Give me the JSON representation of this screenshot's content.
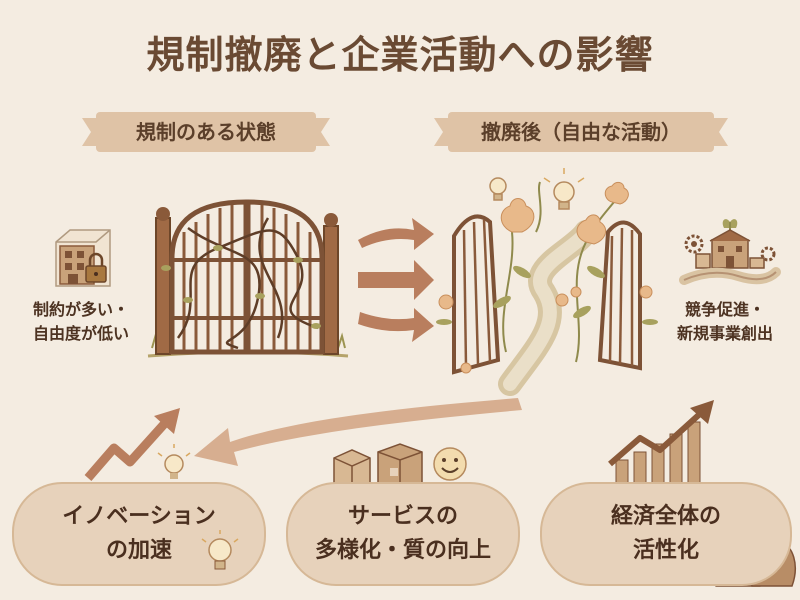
{
  "title": "規制撤廃と企業活動への影響",
  "before": {
    "label": "規制のある状態",
    "note_line1": "制約が多い・",
    "note_line2": "自由度が低い"
  },
  "after": {
    "label": "撤廃後（自由な活動）",
    "note_line1": "競争促進・",
    "note_line2": "新規事業創出"
  },
  "outcomes": [
    {
      "line1": "イノベーション",
      "line2": "の加速"
    },
    {
      "line1": "サービスの",
      "line2": "多様化・質の向上"
    },
    {
      "line1": "経済全体の",
      "line2": "活性化"
    }
  ],
  "colors": {
    "background": "#f4ece1",
    "ribbon": "#dfc3a6",
    "pill": "#e7d2bb",
    "wood": "#8a5a3a",
    "arrow": "#b97e5e",
    "leaf": "#a8a15e",
    "flower": "#e8b98a"
  }
}
